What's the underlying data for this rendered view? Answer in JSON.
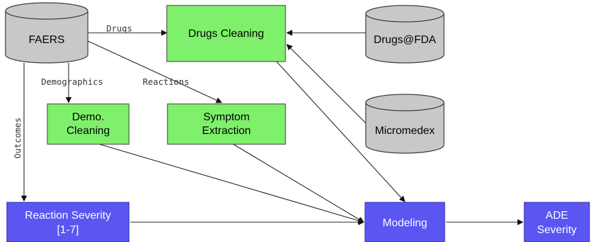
{
  "nodes": {
    "faers": "FAERS",
    "drugs_fda": "Drugs@FDA",
    "micromedex": "Micromedex",
    "drugs_cleaning": "Drugs Cleaning",
    "demo_cleaning": [
      "Demo.",
      "Cleaning"
    ],
    "symptom_extraction": [
      "Symptom",
      "Extraction"
    ],
    "reaction_severity": [
      "Reaction Severity",
      "[1-7]"
    ],
    "modeling": "Modeling",
    "ade_severity": [
      "ADE",
      "Severity"
    ]
  },
  "edge_labels": {
    "drugs": "Drugs",
    "demographics": "Demographics",
    "reactions": "Reactions",
    "outcomes": "Outcomes"
  },
  "colors": {
    "process_box": "#7ff06b",
    "output_box": "#5b55f2",
    "database": "#c8c8c8"
  }
}
